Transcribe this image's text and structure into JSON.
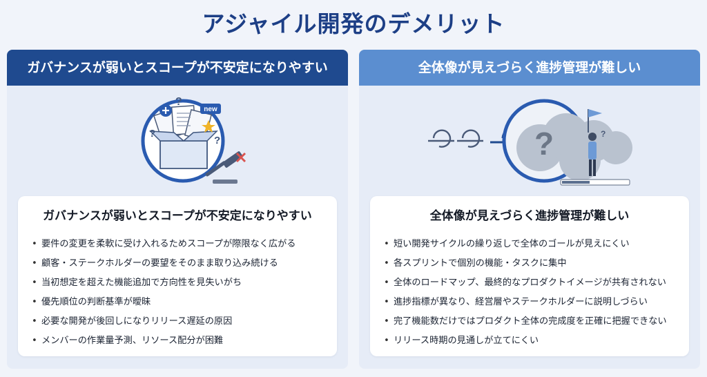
{
  "page": {
    "title": "アジャイル開発のデメリット"
  },
  "left": {
    "header": "ガバナンスが弱いとスコープが不安定になりやすい",
    "card_title": "ガバナンスが弱いとスコープが不安定になりやすい",
    "illustration": {
      "badge": "new",
      "icons": [
        "plus-icon",
        "question-icon",
        "star-icon",
        "box-icon",
        "gavel-icon",
        "cross-icon"
      ]
    },
    "bullets": [
      "要件の変更を柔軟に受け入れるためスコープが際限なく広がる",
      "顧客・ステークホルダーの要望をそのまま取り込み続ける",
      "当初想定を超えた機能追加で方向性を見失いがち",
      "優先順位の判断基準が曖昧",
      "必要な開発が後回しになりリリース遅延の原因",
      "メンバーの作業量予測、リソース配分が困難"
    ]
  },
  "right": {
    "header": "全体像が見えづらく進捗管理が難しい",
    "card_title": "全体像が見えづらく進捗管理が難しい",
    "illustration": {
      "glyph": "?",
      "icons": [
        "cycle-arrow-icon",
        "cloud-icon",
        "flag-icon",
        "person-icon",
        "progress-bar-icon"
      ]
    },
    "bullets": [
      "短い開発サイクルの繰り返しで全体のゴールが見えにくい",
      "各スプリントで個別の機能・タスクに集中",
      "全体のロードマップ、最終的なプロダクトイメージが共有されない",
      "進捗指標が異なり、経営層やステークホルダーに説明しづらい",
      "完了機能数だけではプロダクト全体の完成度を正確に把握できない",
      "リリース時期の見通しが立てにくい"
    ]
  },
  "colors": {
    "title": "#1d3f86",
    "left_header": "#1f4a8f",
    "right_header": "#5b8ed0",
    "panel_bg": "#e6ecf7",
    "accent_red": "#d9534f",
    "accent_yellow": "#f0b429"
  }
}
